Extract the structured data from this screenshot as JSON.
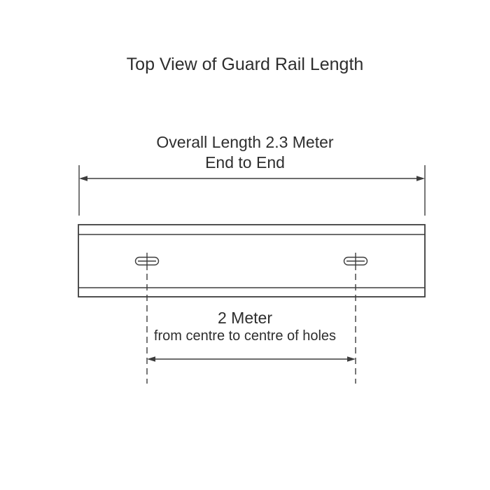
{
  "title": "Top View of Guard Rail Length",
  "top_dimension": {
    "line1": "Overall Length 2.3 Meter",
    "line2": "End to End"
  },
  "hole_dimension": {
    "line1": "2 Meter",
    "line2": "from centre to centre of holes"
  },
  "colors": {
    "line": "#3d3d3d",
    "text": "#2e2e2e",
    "background": "#ffffff"
  }
}
